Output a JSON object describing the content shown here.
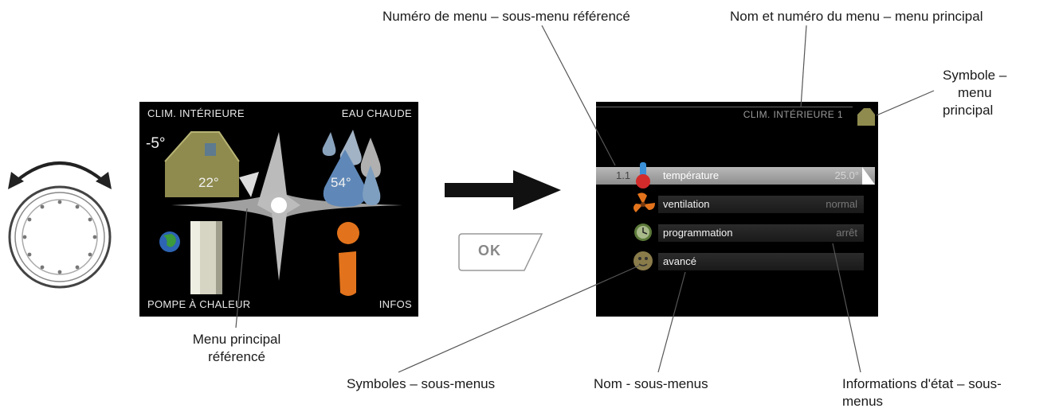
{
  "callouts": {
    "submenu_number": "Numéro de menu – sous-menu référencé",
    "menu_name_number": "Nom et numéro du menu – menu principal",
    "main_menu_symbol": [
      "Symbole –",
      "menu",
      "principal"
    ],
    "main_menu_ref": [
      "Menu principal",
      "référencé"
    ],
    "submenu_symbols": "Symboles – sous-menus",
    "submenu_names": "Nom - sous-menus",
    "status_info": [
      "Informations d'état – sous-",
      "menus"
    ]
  },
  "left_screen": {
    "top_left": "CLIM. INTÉRIEURE",
    "top_right": "EAU CHAUDE",
    "bottom_left": "POMPE À CHALEUR",
    "bottom_right": "INFOS",
    "outdoor_temp": "-5°",
    "indoor_temp": "22°",
    "water_temp": "54°"
  },
  "ok_button": {
    "label": "OK"
  },
  "right_screen": {
    "header": "CLIM. INTÉRIEURE 1",
    "menu_number": "1.1",
    "rows": [
      {
        "name": "température",
        "status": "25.0°"
      },
      {
        "name": "ventilation",
        "status": "normal"
      },
      {
        "name": "programmation",
        "status": "arrêt"
      },
      {
        "name": "avancé",
        "status": ""
      }
    ]
  },
  "colors": {
    "house": "#8f8b4e",
    "water_drop": "#5f88b8",
    "info_orange": "#e2731c",
    "selected_row": "#a8a8a8"
  }
}
